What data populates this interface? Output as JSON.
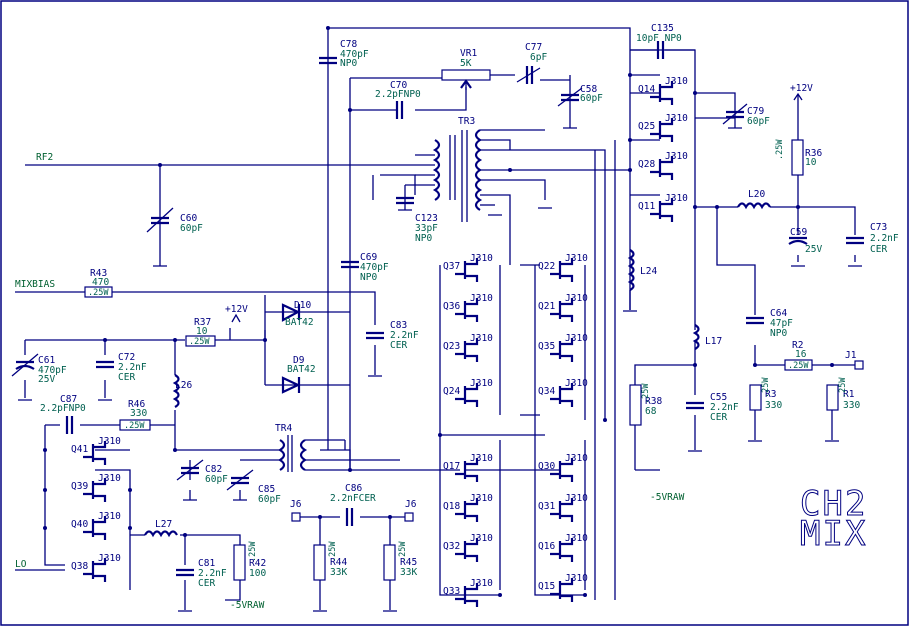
{
  "title": [
    "CH2",
    "MIX"
  ],
  "nets": {
    "rf2": "RF2",
    "mixbias": "MIXBIAS",
    "lo": "LO",
    "p12a": "+12V",
    "p12b": "+12V",
    "m5a": "-5VRAW",
    "m5b": "-5VRAW",
    "j6a": "J6",
    "j6b": "J6",
    "j1": "J1"
  },
  "caps": [
    {
      "ref": "C78",
      "val": [
        "470pF",
        "NP0"
      ]
    },
    {
      "ref": "C70",
      "val": [
        "2.2pFNP0"
      ]
    },
    {
      "ref": "C77",
      "val": [
        "6pF"
      ]
    },
    {
      "ref": "C58",
      "val": [
        "60pF"
      ]
    },
    {
      "ref": "C135",
      "val": [
        "10pF  NP0"
      ]
    },
    {
      "ref": "C79",
      "val": [
        "60pF"
      ]
    },
    {
      "ref": "C60",
      "val": [
        "60pF"
      ]
    },
    {
      "ref": "C123",
      "val": [
        "33pF",
        "NP0"
      ]
    },
    {
      "ref": "C69",
      "val": [
        "470pF",
        "NP0"
      ]
    },
    {
      "ref": "C83",
      "val": [
        "2.2nF",
        "CER"
      ]
    },
    {
      "ref": "C59",
      "val": [
        "25V"
      ]
    },
    {
      "ref": "C73",
      "val": [
        "2.2nF",
        "CER"
      ]
    },
    {
      "ref": "C64",
      "val": [
        "47pF",
        "NP0"
      ]
    },
    {
      "ref": "C55",
      "val": [
        "2.2nF",
        "CER"
      ]
    },
    {
      "ref": "C61",
      "val": [
        "470pF",
        "25V"
      ]
    },
    {
      "ref": "C72",
      "val": [
        "2.2nF",
        "CER"
      ]
    },
    {
      "ref": "C87",
      "val": [
        "2.2pFNP0"
      ]
    },
    {
      "ref": "C82",
      "val": [
        "60pF"
      ]
    },
    {
      "ref": "C85",
      "val": [
        "60pF"
      ]
    },
    {
      "ref": "C86",
      "val": [
        "2.2nFCER"
      ]
    },
    {
      "ref": "C81",
      "val": [
        "2.2nF",
        "CER"
      ]
    }
  ],
  "resistors": [
    {
      "ref": "R43",
      "val": "470",
      "body": ".25W"
    },
    {
      "ref": "R37",
      "val": "10",
      "body": ".25W"
    },
    {
      "ref": "R46",
      "val": "330",
      "body": ".25W"
    },
    {
      "ref": "R36",
      "val": "10",
      "body": ".25W"
    },
    {
      "ref": "R2",
      "val": "16",
      "body": ".25W"
    },
    {
      "ref": "R3",
      "val": "330",
      "body": ".25W"
    },
    {
      "ref": "R1",
      "val": "330",
      "body": ".25W"
    },
    {
      "ref": "R38",
      "val": "68",
      "body": ".25W"
    },
    {
      "ref": "R44",
      "val": "33K",
      "body": ".25W"
    },
    {
      "ref": "R45",
      "val": "33K",
      "body": ".25W"
    },
    {
      "ref": "R42",
      "val": "100",
      "body": ".25W"
    }
  ],
  "inductors": [
    "L24",
    "L20",
    "L17",
    "L26",
    "L27"
  ],
  "transformers": [
    "TR3",
    "TR4"
  ],
  "pot": {
    "ref": "VR1",
    "val": "5K"
  },
  "diodes": [
    {
      "ref": "D10",
      "val": "BAT42"
    },
    {
      "ref": "D9",
      "val": "BAT42"
    }
  ],
  "transistors": [
    {
      "ref": "Q14",
      "type": "J310"
    },
    {
      "ref": "Q25",
      "type": "J310"
    },
    {
      "ref": "Q28",
      "type": "J310"
    },
    {
      "ref": "Q11",
      "type": "J310"
    },
    {
      "ref": "Q37",
      "type": "J310"
    },
    {
      "ref": "Q36",
      "type": "J310"
    },
    {
      "ref": "Q23",
      "type": "J310"
    },
    {
      "ref": "Q24",
      "type": "J310"
    },
    {
      "ref": "Q22",
      "type": "J310"
    },
    {
      "ref": "Q21",
      "type": "J310"
    },
    {
      "ref": "Q35",
      "type": "J310"
    },
    {
      "ref": "Q34",
      "type": "J310"
    },
    {
      "ref": "Q17",
      "type": "J310"
    },
    {
      "ref": "Q18",
      "type": "J310"
    },
    {
      "ref": "Q32",
      "type": "J310"
    },
    {
      "ref": "Q33",
      "type": "J310"
    },
    {
      "ref": "Q30",
      "type": "J310"
    },
    {
      "ref": "Q31",
      "type": "J310"
    },
    {
      "ref": "Q16",
      "type": "J310"
    },
    {
      "ref": "Q15",
      "type": "J310"
    },
    {
      "ref": "Q41",
      "type": "J310"
    },
    {
      "ref": "Q39",
      "type": "J310"
    },
    {
      "ref": "Q40",
      "type": "J310"
    },
    {
      "ref": "Q38",
      "type": "J310"
    }
  ]
}
